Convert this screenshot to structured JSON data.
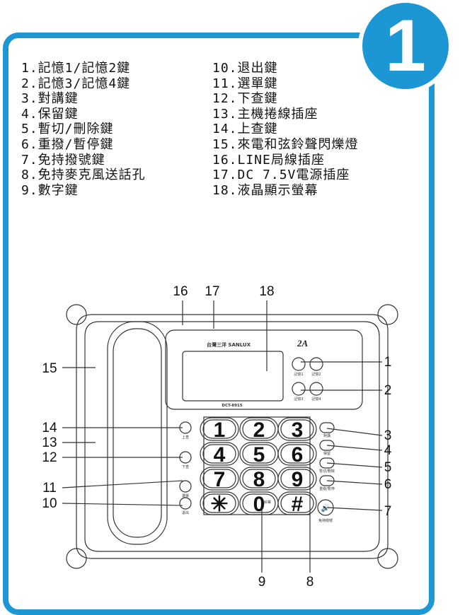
{
  "badge_number": "1",
  "accent_color": "#1c97d4",
  "legend_left": [
    "1.記憶1/記憶2鍵",
    "2.記憶3/記憶4鍵",
    "3.對講鍵",
    "4.保留鍵",
    "5.暫切/刪除鍵",
    "6.重撥/暫停鍵",
    "7.免持撥號鍵",
    "8.免持麥克風送話孔",
    "9.數字鍵"
  ],
  "legend_right": [
    "10.退出鍵",
    "11.選單鍵",
    "12.下查鍵",
    "13.主機捲線插座",
    "14.上查鍵",
    "15.來電和弦鈴聲閃爍燈",
    "16.LINE局線插座",
    "17.DC 7.5V電源插座",
    "18.液晶顯示螢幕"
  ],
  "phone": {
    "brand": "台灣三洋 SANLUX",
    "model": "DCT-8915",
    "memory_buttons": [
      "記憶1",
      "記憶2",
      "記憶3",
      "記憶4"
    ],
    "left_buttons": [
      "上查",
      "下查",
      "選單",
      "退出"
    ],
    "right_buttons": [
      "對講",
      "保留",
      "暫切/刪除",
      "重撥/暫停"
    ],
    "speaker_button": "免持撥號",
    "keys": [
      "1",
      "2",
      "3",
      "4",
      "5",
      "6",
      "7",
      "8",
      "9",
      "✳",
      "0",
      "#"
    ],
    "zero_sub": "鈴聲"
  },
  "callouts": [
    "16",
    "17",
    "18",
    "15",
    "1",
    "2",
    "14",
    "13",
    "12",
    "11",
    "10",
    "3",
    "4",
    "5",
    "6",
    "7",
    "9",
    "8"
  ]
}
